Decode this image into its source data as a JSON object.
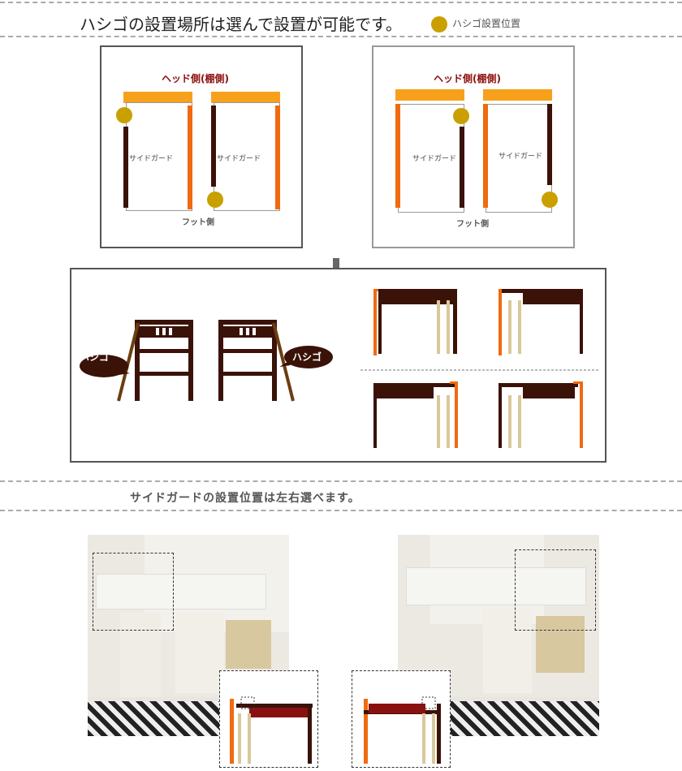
{
  "header": {
    "title": "ハシゴの設置場所は選んで設置が可能です。",
    "legend_label": "ハシゴ設置位置"
  },
  "diagram_left": {
    "head_label": "ヘッド側(棚側)",
    "side_guard_a": "サイドガード",
    "side_guard_b": "サイドガード",
    "foot_label": "フット側"
  },
  "diagram_right": {
    "head_label": "ヘッド側(棚側)",
    "side_guard_a": "サイドガード",
    "side_guard_b": "サイドガード",
    "foot_label": "フット側"
  },
  "bubbles": {
    "left": "ハシゴ",
    "right": "ハシゴ"
  },
  "subtitle": "サイドガードの設置位置は左右選べます。",
  "colors": {
    "dark_brown": "#3a1208",
    "orange": "#f06a10",
    "yellow_orange": "#f7a01c",
    "ladder_dot": "#c9a000",
    "head_label": "#8b0d0d",
    "red_bed": "#8b1010"
  },
  "icons": {
    "arrow": "down-arrow-icon"
  }
}
